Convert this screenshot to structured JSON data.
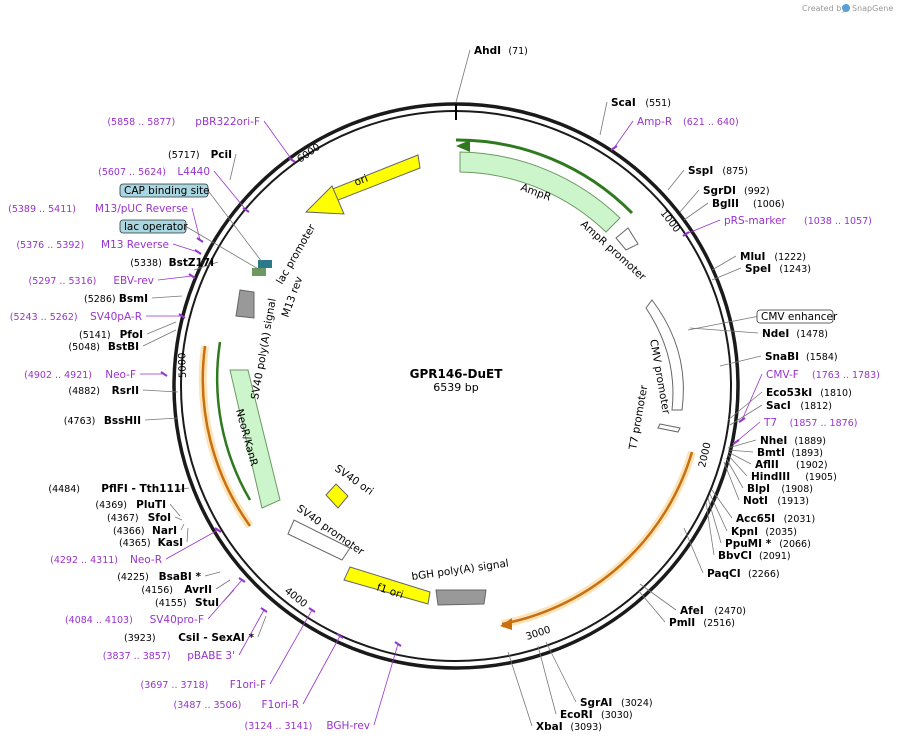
{
  "credit": {
    "created_by": "Created by",
    "brand": "SnapGene"
  },
  "plasmid": {
    "name": "GPR146-DuET",
    "length": "6539 bp"
  },
  "ticks": [
    "1000",
    "2000",
    "3000",
    "4000",
    "5000",
    "6000"
  ],
  "enzymes_right": [
    {
      "name": "AhdI",
      "pos": "(71)"
    },
    {
      "name": "ScaI",
      "pos": "(551)"
    },
    {
      "name": "SspI",
      "pos": "(875)"
    },
    {
      "name": "SgrDI",
      "pos": "(992)"
    },
    {
      "name": "BglII",
      "pos": "(1006)"
    },
    {
      "name": "MluI",
      "pos": "(1222)"
    },
    {
      "name": "SpeI",
      "pos": "(1243)"
    },
    {
      "name": "NdeI",
      "pos": "(1478)"
    },
    {
      "name": "SnaBI",
      "pos": "(1584)"
    },
    {
      "name": "Eco53kI",
      "pos": "(1810)"
    },
    {
      "name": "SacI",
      "pos": "(1812)"
    },
    {
      "name": "NheI",
      "pos": "(1889)"
    },
    {
      "name": "BmtI",
      "pos": "(1893)"
    },
    {
      "name": "AflII",
      "pos": "(1902)"
    },
    {
      "name": "HindIII",
      "pos": "(1905)"
    },
    {
      "name": "BlpI",
      "pos": "(1908)"
    },
    {
      "name": "NotI",
      "pos": "(1913)"
    },
    {
      "name": "Acc65I",
      "pos": "(2031)"
    },
    {
      "name": "KpnI",
      "pos": "(2035)"
    },
    {
      "name": "PpuMI *",
      "pos": "(2066)"
    },
    {
      "name": "BbvCI",
      "pos": "(2091)"
    },
    {
      "name": "PaqCI",
      "pos": "(2266)"
    },
    {
      "name": "AfeI",
      "pos": "(2470)"
    },
    {
      "name": "PmlI",
      "pos": "(2516)"
    },
    {
      "name": "SgrAI",
      "pos": "(3024)"
    },
    {
      "name": "EcoRI",
      "pos": "(3030)"
    },
    {
      "name": "XbaI",
      "pos": "(3093)"
    }
  ],
  "enzymes_left": [
    {
      "name": "PciI",
      "pos": "(5717)"
    },
    {
      "name": "BstZ17I",
      "pos": "(5338)"
    },
    {
      "name": "BsmI",
      "pos": "(5286)"
    },
    {
      "name": "PfoI",
      "pos": "(5141)"
    },
    {
      "name": "BstBI",
      "pos": "(5048)"
    },
    {
      "name": "RsrII",
      "pos": "(4882)"
    },
    {
      "name": "BssHII",
      "pos": "(4763)"
    },
    {
      "name": "PflFI - Tth111I",
      "pos": "(4484)"
    },
    {
      "name": "PluTI",
      "pos": "(4369)"
    },
    {
      "name": "SfoI",
      "pos": "(4367)"
    },
    {
      "name": "NarI",
      "pos": "(4366)"
    },
    {
      "name": "KasI",
      "pos": "(4365)"
    },
    {
      "name": "BsaBI *",
      "pos": "(4225)"
    },
    {
      "name": "AvrII",
      "pos": "(4156)"
    },
    {
      "name": "StuI",
      "pos": "(4155)"
    },
    {
      "name": "CsiI - SexAI *",
      "pos": "(3923)"
    }
  ],
  "primers_right": [
    {
      "name": "Amp-R",
      "pos": "(621 .. 640)"
    },
    {
      "name": "pRS-marker",
      "pos": "(1038 .. 1057)"
    },
    {
      "name": "CMV-F",
      "pos": "(1763 .. 1783)"
    },
    {
      "name": "T7",
      "pos": "(1857 .. 1876)"
    }
  ],
  "primers_left": [
    {
      "name": "pBR322ori-F",
      "pos": "(5858 .. 5877)"
    },
    {
      "name": "L4440",
      "pos": "(5607 .. 5624)"
    },
    {
      "name": "M13/pUC Reverse",
      "pos": "(5389 .. 5411)"
    },
    {
      "name": "M13 Reverse",
      "pos": "(5376 .. 5392)"
    },
    {
      "name": "EBV-rev",
      "pos": "(5297 .. 5316)"
    },
    {
      "name": "SV40pA-R",
      "pos": "(5243 .. 5262)"
    },
    {
      "name": "Neo-F",
      "pos": "(4902 .. 4921)"
    },
    {
      "name": "Neo-R",
      "pos": "(4292 .. 4311)"
    },
    {
      "name": "SV40pro-F",
      "pos": "(4084 .. 4103)"
    },
    {
      "name": "pBABE 3'",
      "pos": "(3837 .. 3857)"
    },
    {
      "name": "F1ori-F",
      "pos": "(3697 .. 3718)"
    },
    {
      "name": "F1ori-R",
      "pos": "(3487 .. 3506)"
    },
    {
      "name": "BGH-rev",
      "pos": "(3124 .. 3141)"
    }
  ],
  "boxed_features": [
    "CMV enhancer",
    "CAP binding site",
    "lac operator"
  ],
  "features": {
    "ampr": "AmpR",
    "ampr_promoter": "AmpR promoter",
    "cmv_promoter": "CMV promoter",
    "t7_promoter": "T7 promoter",
    "bgh": "bGH poly(A) signal",
    "f1ori": "f1 ori",
    "sv40_promoter": "SV40 promoter",
    "sv40_ori": "SV40 ori",
    "neokan": "NeoR/KanR",
    "sv40pa": "SV40 poly(A) signal",
    "m13rev": "M13 rev",
    "lac_promoter": "lac promoter",
    "ori": "ori"
  },
  "colors": {
    "backbone": "#1a1a1a",
    "ori": "#ffff00",
    "resistance": "#ccf5cc",
    "promoter": "#ffffff",
    "polyA": "#999999",
    "primer": "#9933cc",
    "cds": "#e8a020",
    "boxed": "#a9d6e0"
  }
}
